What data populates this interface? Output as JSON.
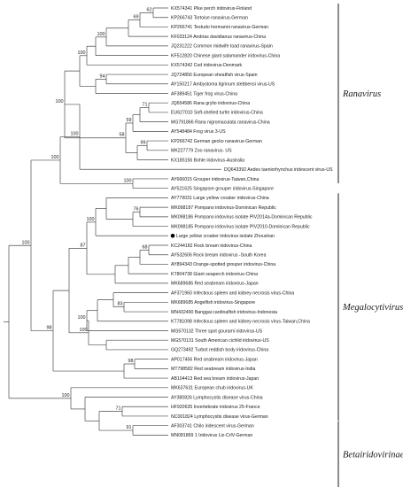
{
  "clades": [
    {
      "name": "Ranavirus",
      "from": 0,
      "to": 18
    },
    {
      "name": "Megalocytivirus",
      "from": 20,
      "to": 43
    },
    {
      "name": "Betairidovirinae",
      "from": 44,
      "to": 50
    }
  ],
  "leaves": [
    "KX574341 Pike perch iridovirus-Finland",
    "KP266743 Tortoise ranavirus-German",
    "KP266741 Testudo hermanni ranavirus-German",
    "KF033124 Andrias davidianus ranavirus-China",
    "JQ231222 Common midwife toad ranavirus-Spain",
    "KF512820 Chinese giant salamander iridovirus-China",
    "KX574342 Cod iridovirus-Denmark",
    "JQ724856 European sheatfish virus-Spain",
    "AY150217 Ambystoma tigrinum stebbensi virus-US",
    "AF389451 Tiger frog virus-China",
    "JQ654586 Rana grylio iridovirus-China",
    "EU627010 Soft-shelled turtle iridovirus-China",
    "MG791866 Rana nigromaculata ranavirus-China",
    "AY548484 Frog virus 3-US",
    "KP266742 German gecko ranavirus-German",
    "MK227779 Zoo ranavirus- US",
    "KX185156 Bohle iridovirus-Australia",
    "DQ643392 Aedes taeniorhynchus iridescent virus-US",
    "AY666015 Grouper iridovirus-Taiwan,China",
    "AY521625 Singapore grouper iridovirus-Singapore",
    "AY779031 Large yellow croaker iridovirus-China",
    "MK098187 Pompano iridovirus-Dominican Republic",
    "MK098186 Pompano iridovirus isolate PIV2014a-Dominican Republic",
    "MK098185 Pompano iridovirus isolate PIV2010-Dominican Republic",
    "Large yellow croaker iridovirus isolate Zhoushan",
    "KC244182 Rock bream iridovirus-China",
    "AY532606 Rock bream iridovirus -South Korea",
    "AY894343 Orange-spotted grouper iridovirus-China",
    "KT804738 Giant seaperch iridovirus-China",
    "MK689686 Red seabream iridovirus-Japan",
    "AF371960 Infectious spleen and kidney necrosis virus-China",
    "MK689685 Angelfish iridovirus-Singapore",
    "MN432490 Banggai cardinalfish iridovirus-Indonesia",
    "KT781098 Infectious spleen and kidney necrosis virus-Taiwan,China",
    "MG570132 Three spot gourami iridovirus-US",
    "MG570131 South American cichlid iridovirus-US",
    "GQ273492 Turbot reddish body iridovirus-China",
    "AP017456 Red seabream iridovirus-Japan",
    "MT798582 Red seabream iridovirus-India",
    "AB104413 Red sea bream iridovirus-Japan",
    "MK637631 European chub iridovirus-UK",
    "AY380826 Lymphocystis disease virus-China",
    "HF920635 Invertebrate iridovirus 25-France",
    "NC001824 Lymphocystis disease virus-German",
    "AF303741 Chilo iridescent virus-German",
    "MN081869 1 Iridovirus Liz-CrlV-German"
  ],
  "marked_leaf_index": 24,
  "bootstrap": [
    {
      "value": "62",
      "node": "n1"
    },
    {
      "value": "69",
      "node": "n3"
    },
    {
      "value": "100",
      "node": "n5"
    },
    {
      "value": "100",
      "node": "n7"
    },
    {
      "value": "94",
      "node": "n9"
    },
    {
      "value": "100",
      "node": "n11"
    },
    {
      "value": "71",
      "node": "n13"
    },
    {
      "value": "59",
      "node": "n15"
    },
    {
      "value": "99",
      "node": "n17"
    },
    {
      "value": "58",
      "node": "n19"
    },
    {
      "value": "100",
      "node": "n21"
    },
    {
      "value": "100",
      "node": "n23"
    },
    {
      "value": "100",
      "node": "n25"
    },
    {
      "value": "76",
      "node": "n27"
    },
    {
      "value": "100",
      "node": "n29"
    },
    {
      "value": "68",
      "node": "n31"
    },
    {
      "value": "87",
      "node": "n33"
    },
    {
      "value": "100",
      "node": "n35"
    },
    {
      "value": "83",
      "node": "n37"
    },
    {
      "value": "98",
      "node": "n39"
    },
    {
      "value": "100",
      "node": "n41"
    },
    {
      "value": "98",
      "node": "n43"
    },
    {
      "value": "100",
      "node": "n45"
    },
    {
      "value": "100",
      "node": "n47"
    },
    {
      "value": "71",
      "node": "n49"
    },
    {
      "value": "91",
      "node": "n51"
    },
    {
      "value": "100",
      "node": "n53"
    },
    {
      "value": "100",
      "node": "n55"
    }
  ]
}
